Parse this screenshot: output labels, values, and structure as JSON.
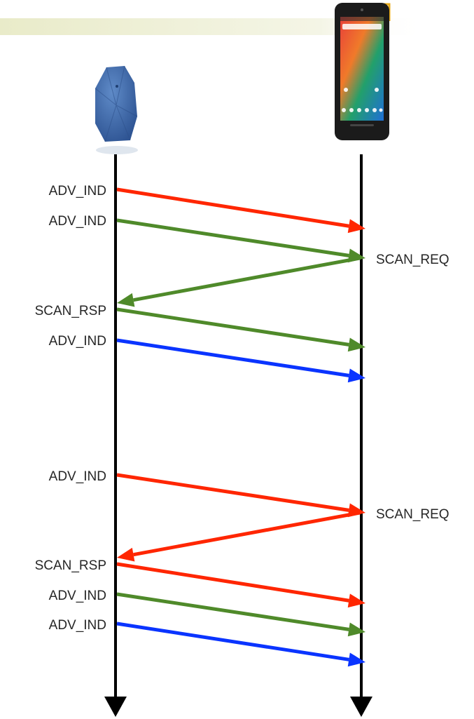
{
  "colors": {
    "red": "#ff2600",
    "green": "#4f8a2a",
    "blue": "#0a34ff",
    "lifeline": "#000000",
    "banner": "#eef0d8",
    "beacon": "#3e6aa8",
    "bracket": "#e6a817"
  },
  "participants": {
    "left": {
      "icon": "beacon-icon"
    },
    "right": {
      "icon": "smartphone-icon"
    }
  },
  "messages": [
    {
      "label": "ADV_IND",
      "from": "left",
      "to": "right",
      "color": "red"
    },
    {
      "label": "ADV_IND",
      "from": "left",
      "to": "right",
      "color": "green"
    },
    {
      "label": "SCAN_REQ",
      "from": "right",
      "to": "left",
      "color": "green"
    },
    {
      "label": "SCAN_RSP",
      "from": "left",
      "to": "right",
      "color": "green"
    },
    {
      "label": "ADV_IND",
      "from": "left",
      "to": "right",
      "color": "blue"
    },
    {
      "label": "ADV_IND",
      "from": "left",
      "to": "right",
      "color": "red"
    },
    {
      "label": "SCAN_REQ",
      "from": "right",
      "to": "left",
      "color": "red"
    },
    {
      "label": "SCAN_RSP",
      "from": "left",
      "to": "right",
      "color": "red"
    },
    {
      "label": "ADV_IND",
      "from": "left",
      "to": "right",
      "color": "green"
    },
    {
      "label": "ADV_IND",
      "from": "left",
      "to": "right",
      "color": "blue"
    }
  ]
}
